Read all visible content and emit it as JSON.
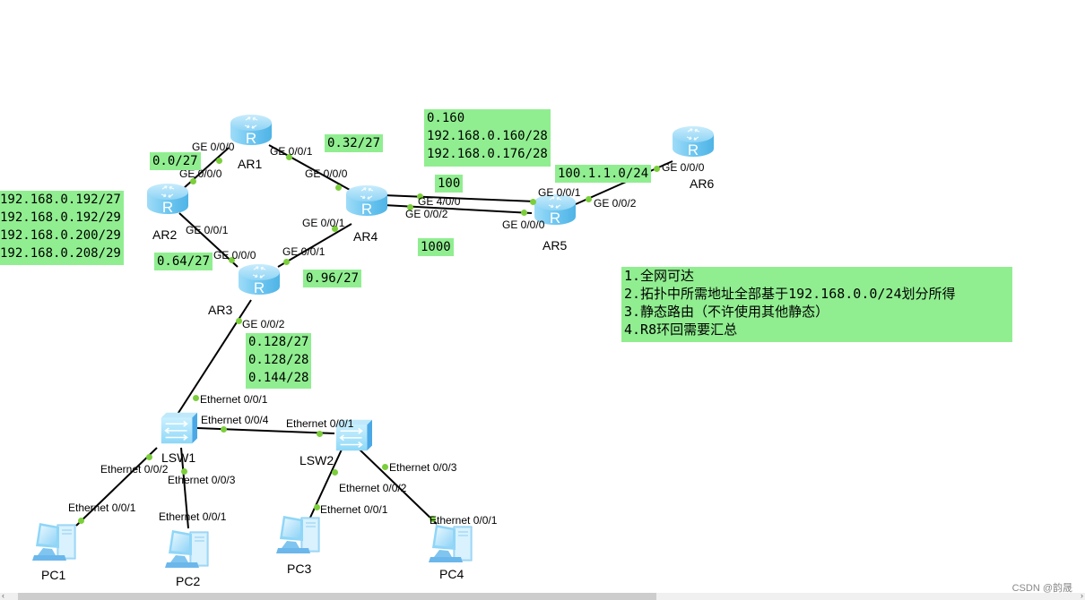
{
  "devices": {
    "routers": [
      {
        "id": "AR1",
        "label": "AR1"
      },
      {
        "id": "AR2",
        "label": "AR2"
      },
      {
        "id": "AR3",
        "label": "AR3"
      },
      {
        "id": "AR4",
        "label": "AR4"
      },
      {
        "id": "AR5",
        "label": "AR5"
      },
      {
        "id": "AR6",
        "label": "AR6"
      }
    ],
    "switches": [
      {
        "id": "LSW1",
        "label": "LSW1"
      },
      {
        "id": "LSW2",
        "label": "LSW2"
      }
    ],
    "pcs": [
      {
        "id": "PC1",
        "label": "PC1"
      },
      {
        "id": "PC2",
        "label": "PC2"
      },
      {
        "id": "PC3",
        "label": "PC3"
      },
      {
        "id": "PC4",
        "label": "PC4"
      }
    ]
  },
  "links": [
    {
      "a": "AR1",
      "a_port": "GE 0/0/0",
      "b": "AR2",
      "b_port": "GE 0/0/0"
    },
    {
      "a": "AR1",
      "a_port": "GE 0/0/1",
      "b": "AR4",
      "b_port": "GE 0/0/0"
    },
    {
      "a": "AR2",
      "a_port": "GE 0/0/1",
      "b": "AR3",
      "b_port": "GE 0/0/0"
    },
    {
      "a": "AR3",
      "a_port": "GE 0/0/1",
      "b": "AR4",
      "b_port": "GE 0/0/1"
    },
    {
      "a": "AR4",
      "a_port": "GE 4/0/0",
      "b": "AR5",
      "b_port": "GE 0/0/1"
    },
    {
      "a": "AR4",
      "a_port": "GE 0/0/2",
      "b": "AR5",
      "b_port": "GE 0/0/0"
    },
    {
      "a": "AR5",
      "a_port": "GE 0/0/2",
      "b": "AR6",
      "b_port": "GE 0/0/0"
    },
    {
      "a": "AR3",
      "a_port": "GE 0/0/2",
      "b": "LSW1",
      "b_port": "Ethernet 0/0/1"
    },
    {
      "a": "LSW1",
      "a_port": "Ethernet 0/0/4",
      "b": "LSW2",
      "b_port": "Ethernet 0/0/1"
    },
    {
      "a": "LSW1",
      "a_port": "Ethernet 0/0/2",
      "b": "PC1",
      "b_port": "Ethernet 0/0/1"
    },
    {
      "a": "LSW1",
      "a_port": "Ethernet 0/0/3",
      "b": "PC2",
      "b_port": "Ethernet 0/0/1"
    },
    {
      "a": "LSW2",
      "a_port": "Ethernet 0/0/2",
      "b": "PC3",
      "b_port": "Ethernet 0/0/1"
    },
    {
      "a": "LSW2",
      "a_port": "Ethernet 0/0/3",
      "b": "PC4",
      "b_port": "Ethernet 0/0/1"
    }
  ],
  "notes": {
    "ar1_ar2": [
      "0.0/27"
    ],
    "ar1_ar4": [
      "0.32/27"
    ],
    "ar2_ar3": [
      "0.64/27"
    ],
    "ar3_ar4": [
      "0.96/27"
    ],
    "ar2_loopbacks": [
      "192.168.0.192/27",
      "192.168.0.192/29",
      "192.168.0.200/29",
      "192.168.0.208/29"
    ],
    "ar3_lan": [
      "0.128/27",
      "0.128/28",
      "0.144/28"
    ],
    "ar4_ar5": [
      "0.160",
      "192.168.0.160/28",
      "192.168.0.176/28"
    ],
    "ar5_ar6": [
      "100.1.1.0/24"
    ],
    "link_100": [
      "100"
    ],
    "link_1000": [
      "1000"
    ],
    "requirements": [
      "1.全网可达",
      "2.拓扑中所需地址全部基于192.168.0.0/24划分所得",
      "3.静态路由（不许使用其他静态）",
      "4.R8环回需要汇总"
    ]
  },
  "watermark": "CSDN @韵晟",
  "scrollbar": {
    "left_arrow": "‹",
    "right_arrow": "›"
  },
  "colors": {
    "note_bg": "#90ee90",
    "port_dot": "#7ccf3c",
    "router": "#7fcdf2",
    "link": "#000000"
  }
}
